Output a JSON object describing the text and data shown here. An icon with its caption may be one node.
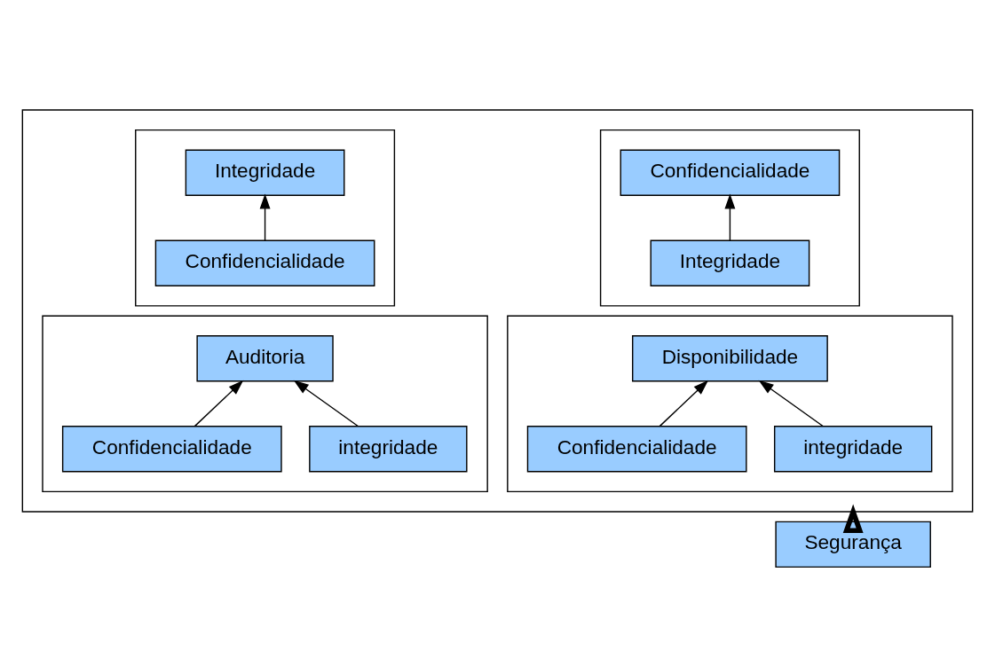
{
  "diagram": {
    "nodes": [
      {
        "text": [],
        "shape": "box"
      },
      {
        "text": [],
        "shape": "box",
        "in": 0
      },
      {
        "text": [
          "Confidencialidade"
        ],
        "in": 1
      },
      {
        "text": [
          "Integridade"
        ],
        "in": 1
      },
      {
        "text": [],
        "shape": "box",
        "in": 0
      },
      {
        "text": [
          "Integridade"
        ],
        "in": 4
      },
      {
        "text": [
          "Confidencialidade"
        ],
        "in": 4
      },
      {
        "text": [],
        "shape": "box",
        "in": 0
      },
      {
        "text": [
          "Disponibilidade"
        ],
        "in": 7
      },
      {
        "text": [
          "Confidencialidade"
        ],
        "in": 7
      },
      {
        "text": [
          "integridade"
        ],
        "in": 7
      },
      {
        "text": [],
        "shape": "box",
        "in": 0
      },
      {
        "text": [
          "Auditoria"
        ],
        "in": 11
      },
      {
        "text": [
          "Confidencialidade"
        ],
        "in": 11
      },
      {
        "text": [
          "integridade"
        ],
        "in": 11
      },
      {
        "text": [
          "Segurança"
        ]
      }
    ],
    "edges": [
      {
        "from": 3,
        "to": 2,
        "arrow": "to"
      },
      {
        "from": 6,
        "to": 5,
        "arrow": "to"
      },
      {
        "from": 9,
        "to": 8,
        "arrow": "to"
      },
      {
        "from": 10,
        "to": 8,
        "arrow": "to"
      },
      {
        "from": 13,
        "to": 12,
        "arrow": "to"
      },
      {
        "from": 14,
        "to": 12,
        "arrow": "to"
      },
      {
        "from": 15,
        "to": 0,
        "arrow": "to",
        "style": "thick"
      }
    ]
  }
}
